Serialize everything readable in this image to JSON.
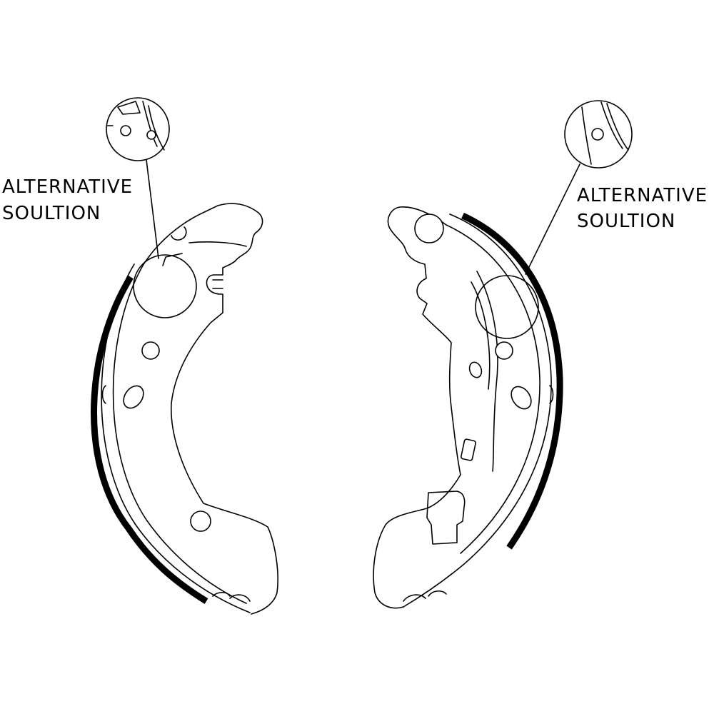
{
  "labels": {
    "left": {
      "line1": "ALTERNATIVE",
      "line2": "SOULTION"
    },
    "right": {
      "line1": "ALTERNATIVE",
      "line2": "SOULTION"
    }
  },
  "colors": {
    "stroke": "#000000",
    "background": "#ffffff"
  }
}
